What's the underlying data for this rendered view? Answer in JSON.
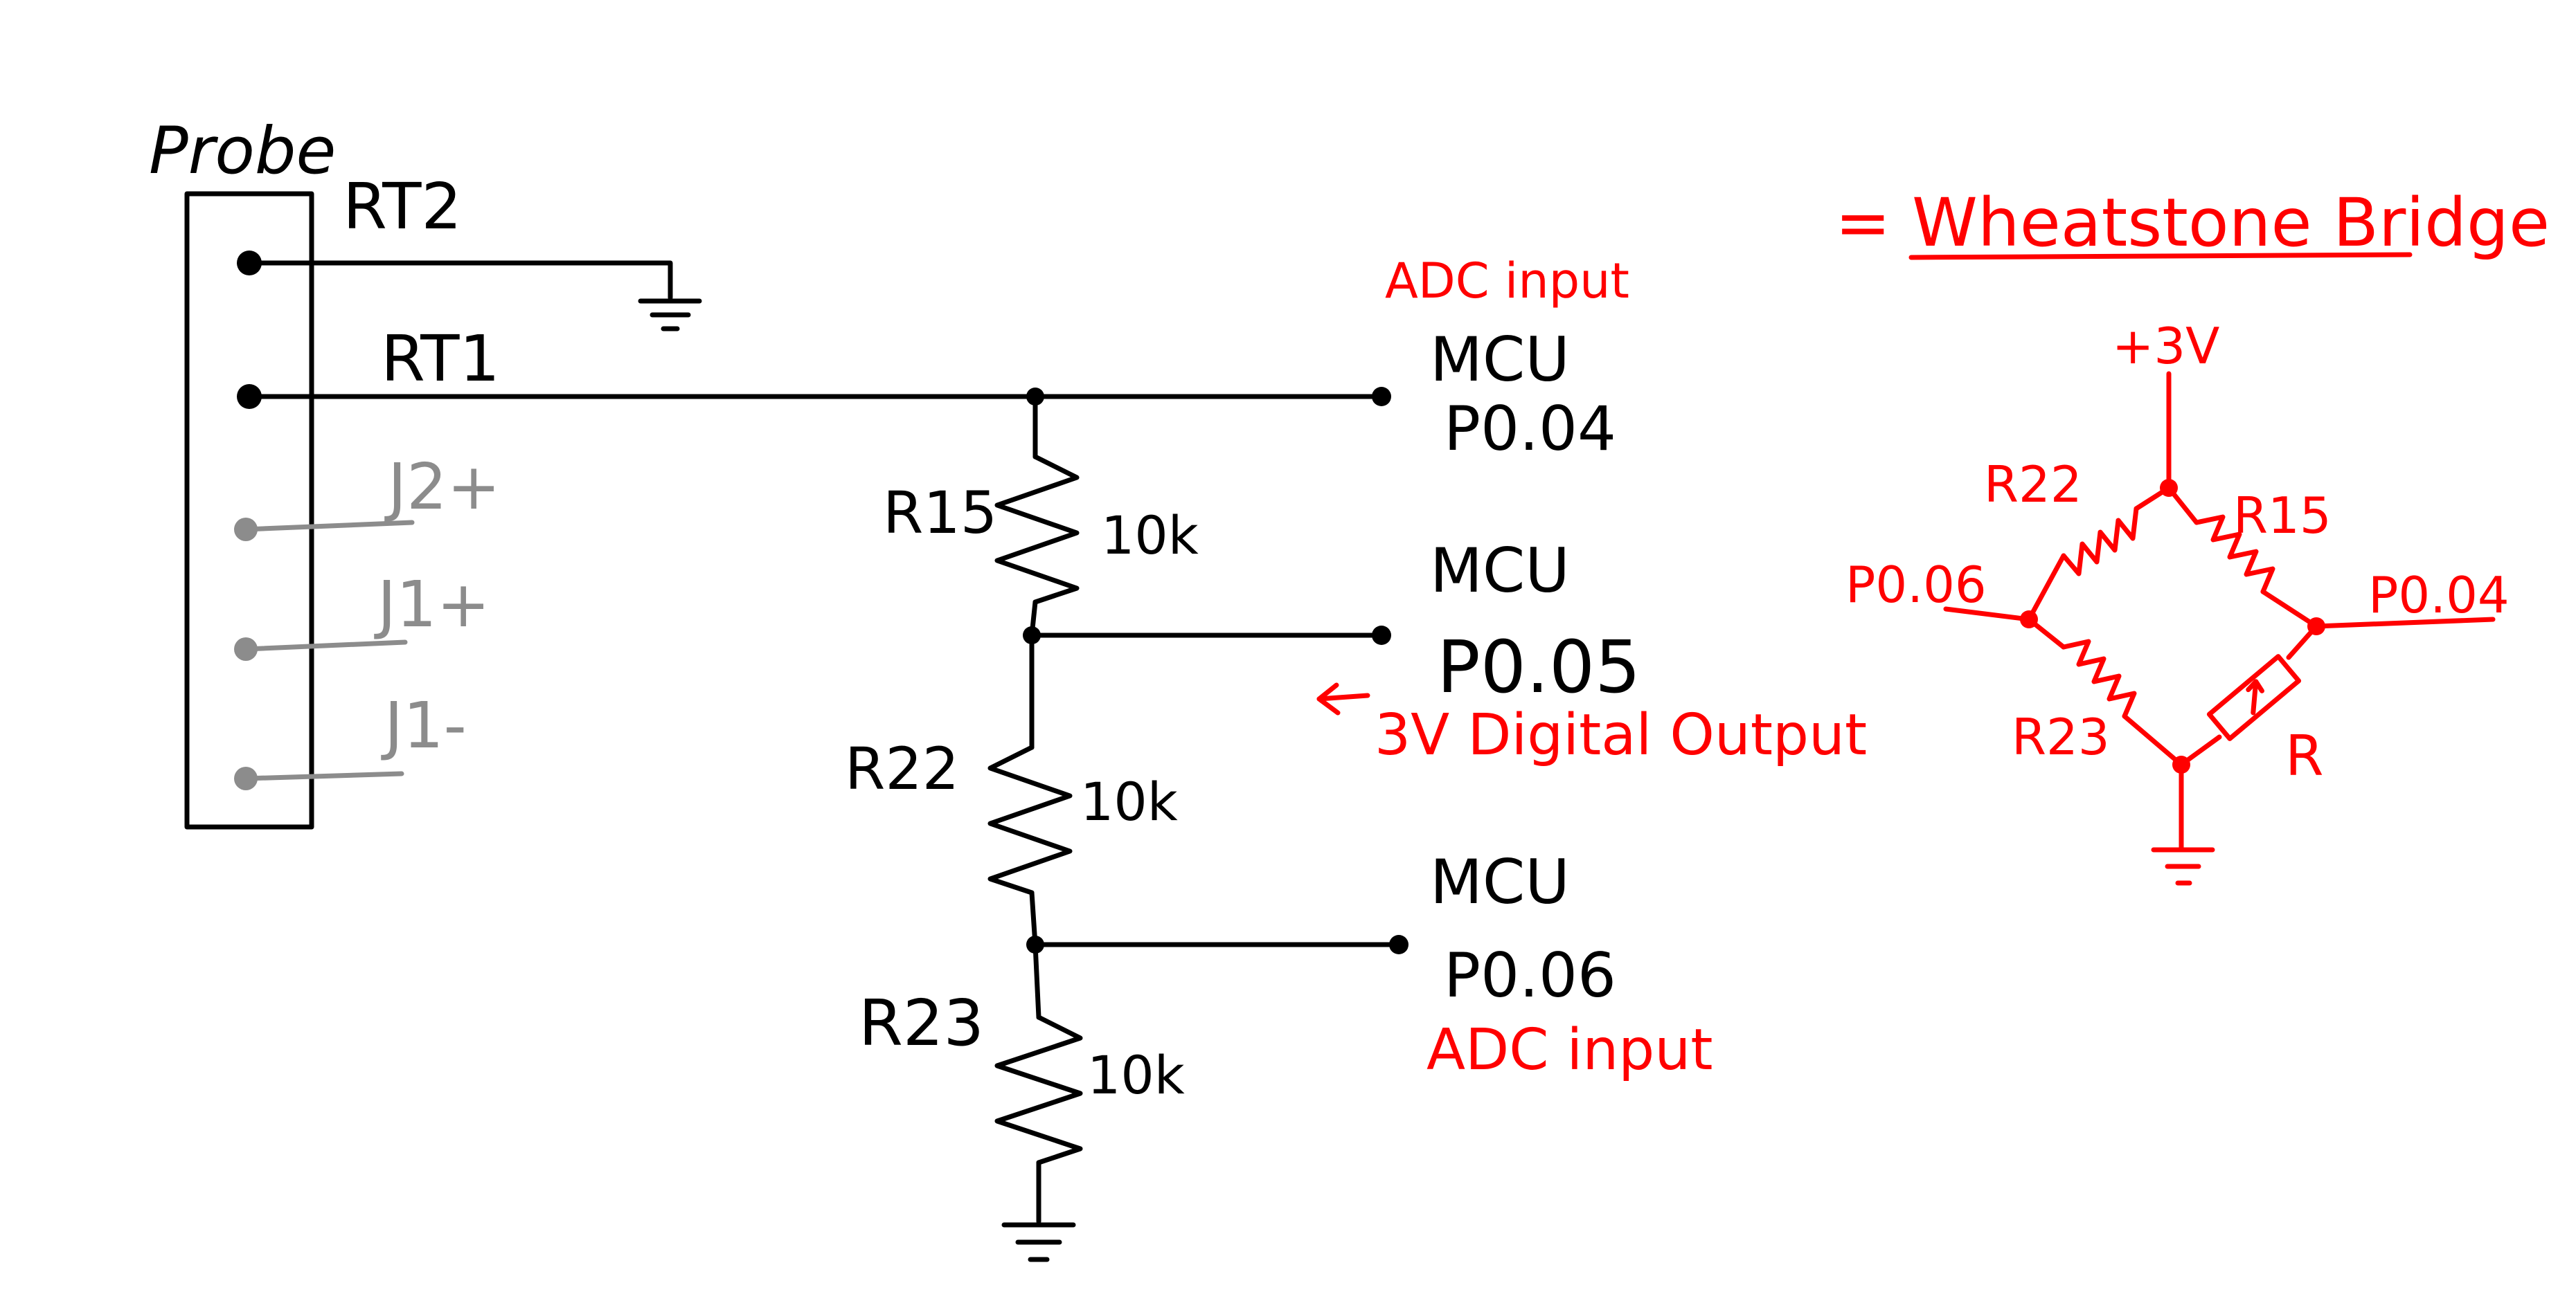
{
  "probe": {
    "title": "Probe",
    "pins": {
      "rt2": "RT2",
      "rt1": "RT1",
      "j2p": "J2+",
      "j1p": "J1+",
      "j1m": "J1-"
    }
  },
  "divider": {
    "mcu_top": "MCU",
    "port_top": "P0.04",
    "adc_top": "ADC input",
    "mcu_mid": "MCU",
    "port_mid": "P0.05",
    "digital_out": "3V Digital Output",
    "mcu_bot": "MCU",
    "port_bot": "P0.06",
    "adc_bot": "ADC input",
    "r15": {
      "name": "R15",
      "value": "10k"
    },
    "r22": {
      "name": "R22",
      "value": "10k"
    },
    "r23": {
      "name": "R23",
      "value": "10k"
    }
  },
  "bridge": {
    "title": "= Wheatstone Bridge",
    "supply": "+3V",
    "r22": "R22",
    "r15": "R15",
    "r23": "R23",
    "r": "R",
    "left_port": "P0.06",
    "right_port": "P0.04"
  },
  "colors": {
    "ink": "#000000",
    "grey": "#8c8c8c",
    "red": "#ff0000"
  }
}
